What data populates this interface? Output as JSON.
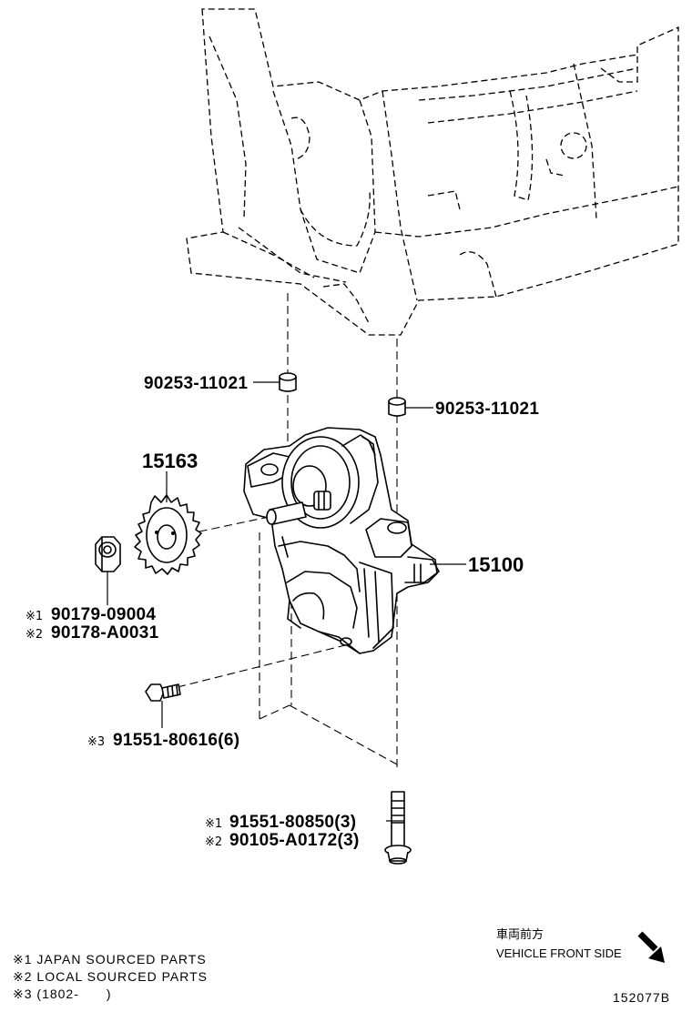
{
  "callouts": {
    "top_left_part": "90253-11021",
    "top_right_part": "90253-11021",
    "sprocket_part": "15163",
    "pump_part": "15100",
    "nut": {
      "mark1": "※1",
      "part1": "90179-09004",
      "mark2": "※2",
      "part2": "90178-A0031"
    },
    "small_bolt": {
      "mark": "※3",
      "part": "91551-80616(6)"
    },
    "long_bolt": {
      "mark1": "※1",
      "part1": "91551-80850(3)",
      "mark2": "※2",
      "part2": "90105-A0172(3)"
    }
  },
  "notes": [
    "※1 JAPAN SOURCED PARTS",
    "※2 LOCAL SOURCED PARTS",
    "※3 (1802-　　)"
  ],
  "direction": {
    "label_jp": "車両前方",
    "label_en": "VEHICLE FRONT SIDE",
    "arrow_icon": "arrow-down-right-icon"
  },
  "diagram_id": "152077B"
}
